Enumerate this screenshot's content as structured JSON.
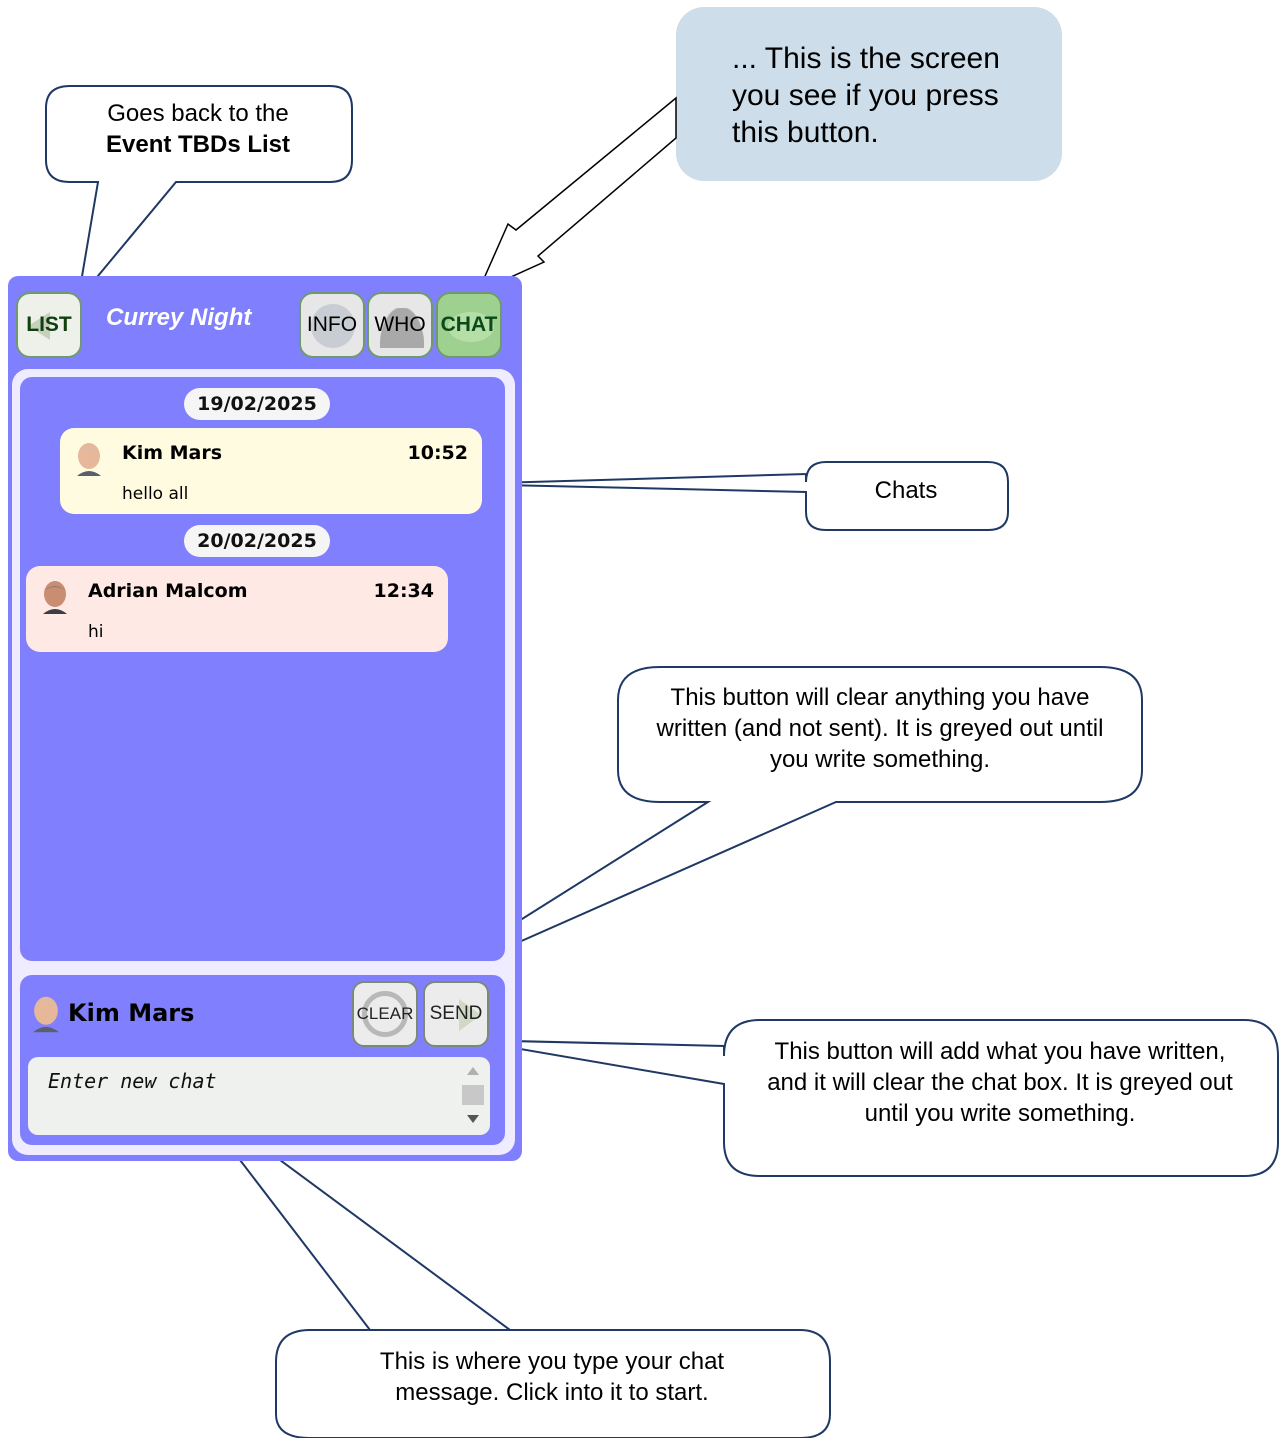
{
  "callouts": {
    "list_line1": "Goes back to the",
    "list_line2": "Event TBDs List",
    "chat_screen": "... This is the screen you see if you press this button.",
    "chats": "Chats",
    "clear_info": "This button will clear anything you have written (and not sent). It is greyed out until you write something.",
    "send_info": "This button will add what you have written, and it will clear the chat box. It is greyed out until you write something.",
    "input_info": "This is where you type your chat message.  Click into it to start."
  },
  "header": {
    "list_label": "LIST",
    "title": "Currey Night",
    "info_label": "INFO",
    "who_label": "WHO",
    "chat_label": "CHAT"
  },
  "chat": {
    "groups": [
      {
        "date": "19/02/2025",
        "message": {
          "sender": "Kim Mars",
          "time": "10:52",
          "text": "hello all",
          "bg": "#fffbe0"
        }
      },
      {
        "date": "20/02/2025",
        "message": {
          "sender": "Adrian Malcom",
          "time": "12:34",
          "text": "hi",
          "bg": "#ffe9e4"
        }
      }
    ]
  },
  "compose": {
    "user": "Kim Mars",
    "clear_label": "CLEAR",
    "send_label": "SEND",
    "placeholder": "Enter new chat"
  },
  "colors": {
    "panel": "#8080ff",
    "frame": "#f0ecff",
    "chat_active": "#9ed08f",
    "blue_callout": "#cddde9",
    "callout_stroke": "#1f3864"
  }
}
